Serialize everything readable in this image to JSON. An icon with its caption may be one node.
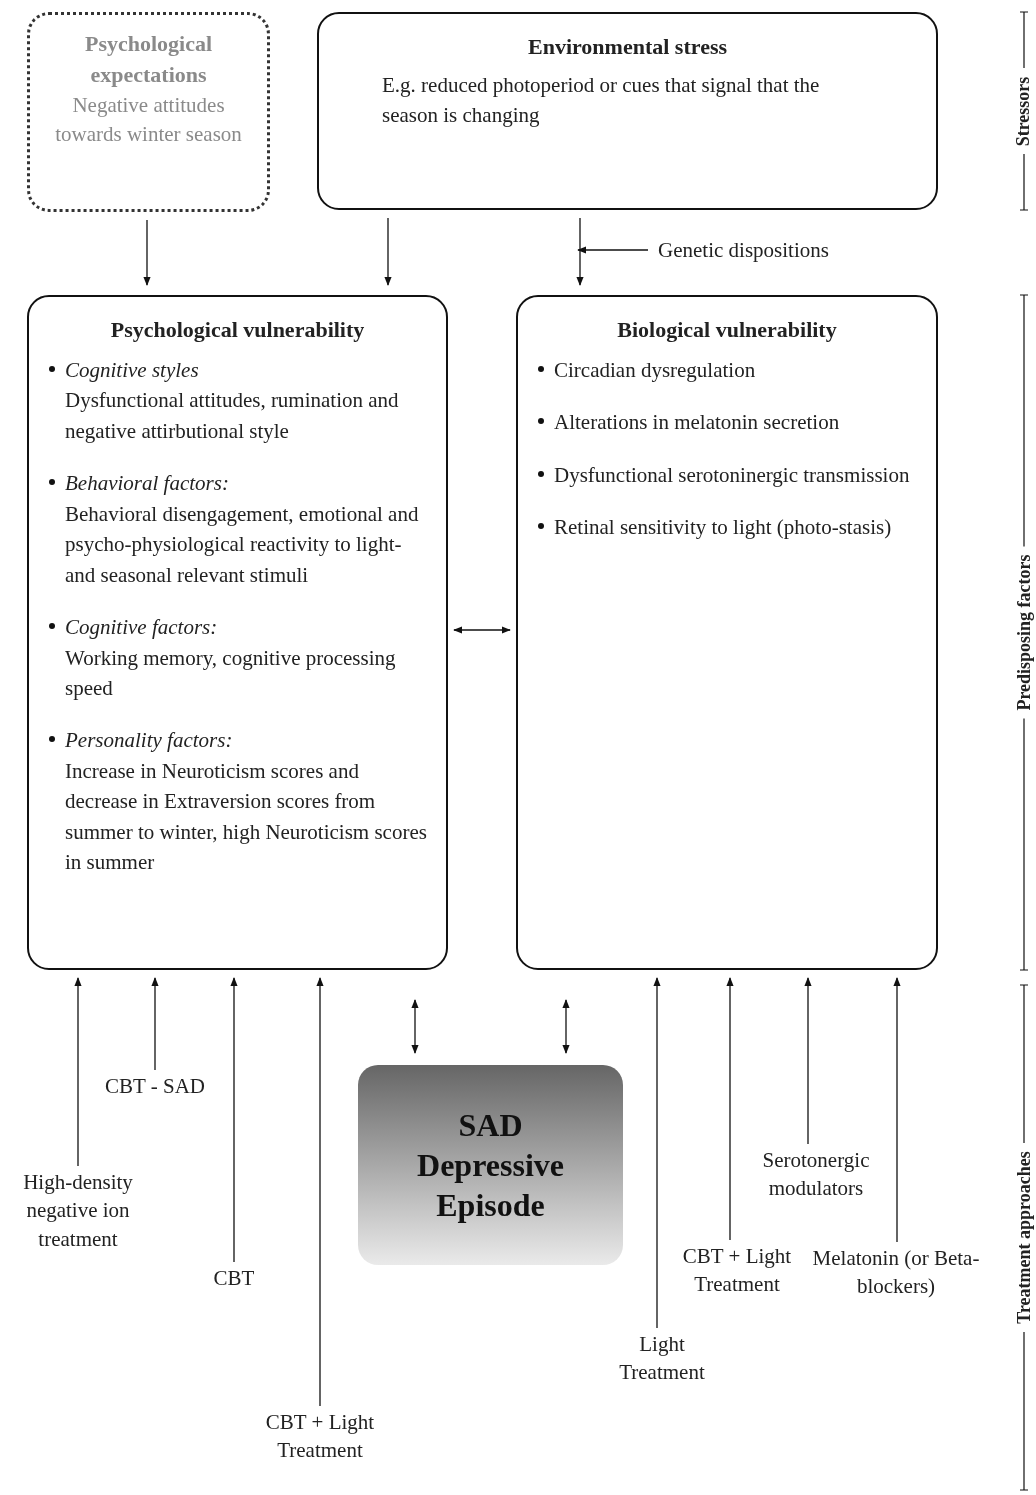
{
  "diagram": {
    "nodes": [
      {
        "text": [
          "Psychological expectations",
          "Negative attitudes towards winter season"
        ]
      },
      {
        "text": [
          "Environmental stress",
          "E.g. reduced photoperiod or cues that signal that the season is changing"
        ]
      },
      {
        "text": [
          "Genetic dispositions"
        ]
      },
      {
        "text": [
          "Psychological vulnerability",
          "Cognitive styles",
          "Dysfunctional attitudes, rumination and negative attirbutional style",
          "Behavioral factors:",
          "Behavioral disengagement, emotional and psycho-physiological reactivity to light- and seasonal relevant stimuli",
          "Cognitive factors:",
          "Working memory, cognitive processing speed",
          "Personality factors:",
          "Increase in Neuroticism scores and decrease in Extraversion scores from summer to winter, high Neuroticism scores in summer"
        ]
      },
      {
        "text": [
          "Biological vulnerability",
          "Circadian dysregulation",
          "Alterations in melatonin secretion",
          "Dysfunctional serotoninergic transmission",
          "Retinal sensitivity to light (photo-stasis)"
        ]
      },
      {
        "text": [
          "SAD Depressive Episode"
        ]
      },
      {
        "text": [
          "High-density negative ion treatment"
        ]
      },
      {
        "text": [
          "CBT - SAD"
        ]
      },
      {
        "text": [
          "CBT"
        ]
      },
      {
        "text": [
          "CBT + Light Treatment"
        ]
      },
      {
        "text": [
          "Light Treatment"
        ]
      },
      {
        "text": [
          "CBT + Light Treatment"
        ]
      },
      {
        "text": [
          "Serotonergic modulators"
        ]
      },
      {
        "text": [
          "Melatonin (or Beta-blockers)"
        ]
      }
    ],
    "edges": [
      {
        "from": 0,
        "to": 3,
        "arrow": "to"
      },
      {
        "from": 1,
        "to": 3,
        "arrow": "to"
      },
      {
        "from": 1,
        "to": 4,
        "arrow": "to"
      },
      {
        "from": 2,
        "to": null,
        "arrow": "to"
      },
      {
        "from": 3,
        "to": 4,
        "arrow": "both"
      },
      {
        "from": 5,
        "to": 3,
        "arrow": "both"
      },
      {
        "from": 5,
        "to": 4,
        "arrow": "both"
      },
      {
        "from": 6,
        "to": 3,
        "arrow": "to"
      },
      {
        "from": 7,
        "to": 3,
        "arrow": "to"
      },
      {
        "from": 8,
        "to": 3,
        "arrow": "to"
      },
      {
        "from": 9,
        "to": 3,
        "arrow": "to"
      },
      {
        "from": 10,
        "to": 4,
        "arrow": "to"
      },
      {
        "from": 11,
        "to": 4,
        "arrow": "to"
      },
      {
        "from": 12,
        "to": 4,
        "arrow": "to"
      },
      {
        "from": 13,
        "to": 4,
        "arrow": "to"
      }
    ],
    "labels": [
      "Stressors",
      "Predisposing factors",
      "Treatment approaches"
    ]
  }
}
